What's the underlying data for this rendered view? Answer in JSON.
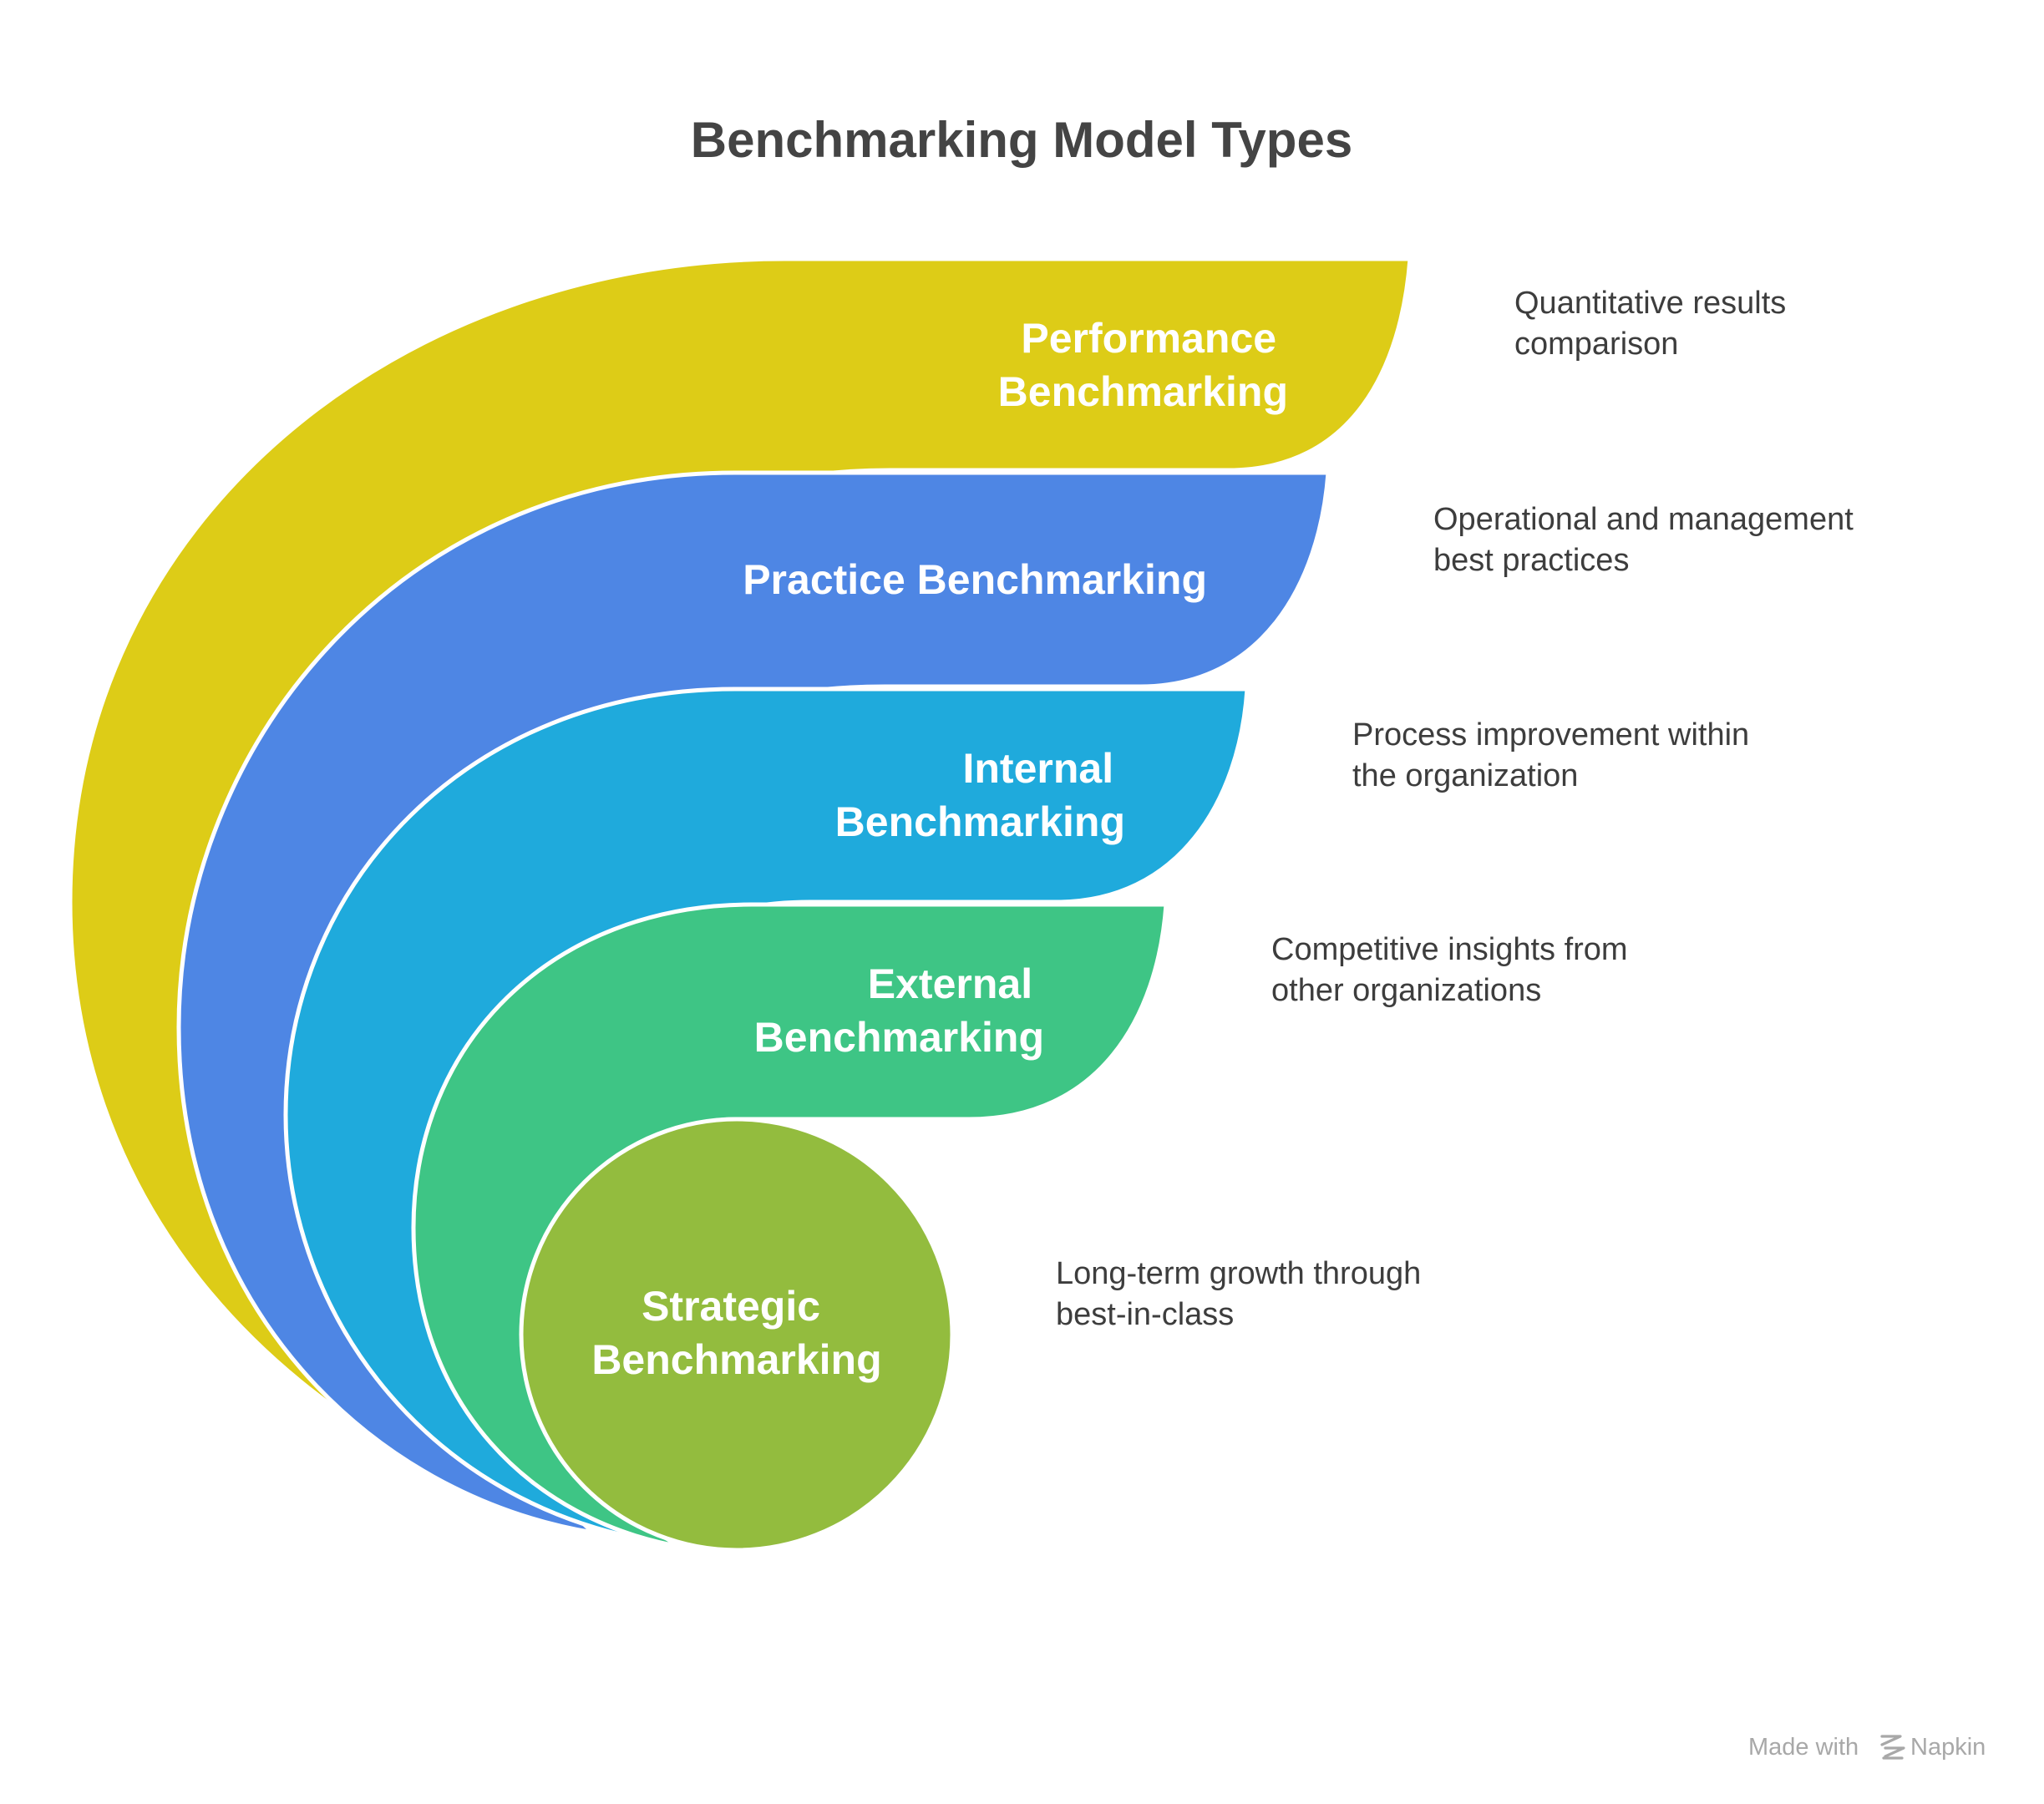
{
  "title": "Benchmarking Model Types",
  "layers": [
    {
      "label_lines": [
        "Performance",
        "Benchmarking"
      ],
      "description_lines": [
        "Quantitative results",
        "comparison"
      ],
      "color": "#DDCC17"
    },
    {
      "label_lines": [
        "Practice Benchmarking"
      ],
      "description_lines": [
        "Operational and management",
        "best practices"
      ],
      "color": "#4E86E4"
    },
    {
      "label_lines": [
        "Internal",
        "Benchmarking"
      ],
      "description_lines": [
        "Process improvement within",
        "the organization"
      ],
      "color": "#1FAADC"
    },
    {
      "label_lines": [
        "External",
        "Benchmarking"
      ],
      "description_lines": [
        "Competitive insights from",
        "other organizations"
      ],
      "color": "#3EC585"
    },
    {
      "label_lines": [
        "Strategic",
        "Benchmarking"
      ],
      "description_lines": [
        "Long-term growth through",
        "best-in-class"
      ],
      "color": "#93BC3E"
    }
  ],
  "footer": {
    "made_with": "Made with",
    "brand": "Napkin",
    "logo_icon": "napkin-logo-icon"
  }
}
